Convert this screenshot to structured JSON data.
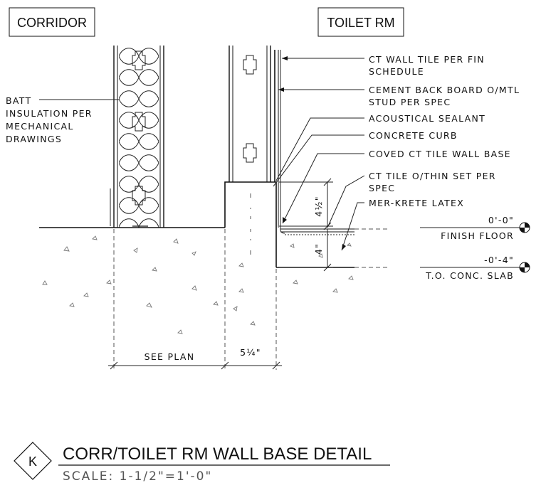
{
  "rooms": {
    "left": "CORRIDOR",
    "right": "TOILET RM"
  },
  "callouts": {
    "batt": [
      "BATT",
      "INSULATION PER",
      "MECHANICAL",
      "DRAWINGS"
    ],
    "wall_tile": [
      "CT WALL TILE PER FIN",
      "SCHEDULE"
    ],
    "backer": [
      "CEMENT BACK BOARD O/MTL",
      "STUD PER SPEC"
    ],
    "sealant": [
      "ACOUSTICAL SEALANT"
    ],
    "curb": [
      "CONCRETE CURB"
    ],
    "coved_base": [
      "COVED CT TILE WALL BASE"
    ],
    "tile_set": [
      "CT TILE O/THIN SET PER",
      "SPEC"
    ],
    "latex": [
      "MER-KRETE LATEX"
    ]
  },
  "elevations": {
    "finish_floor_value": "0'-0\"",
    "finish_floor_label": "FINISH FLOOR",
    "slab_value": "-0'-4\"",
    "slab_label": "T.O. CONC. SLAB"
  },
  "dimensions": {
    "curb_height": "4½\"",
    "slab_depression": "4\"",
    "see_plan": "SEE PLAN",
    "curb_width": "5¼\""
  },
  "title_block": {
    "detail_id": "K",
    "title": "CORR/TOILET RM WALL BASE DETAIL",
    "scale": "SCALE: 1-1/2\"=1'-0\""
  }
}
